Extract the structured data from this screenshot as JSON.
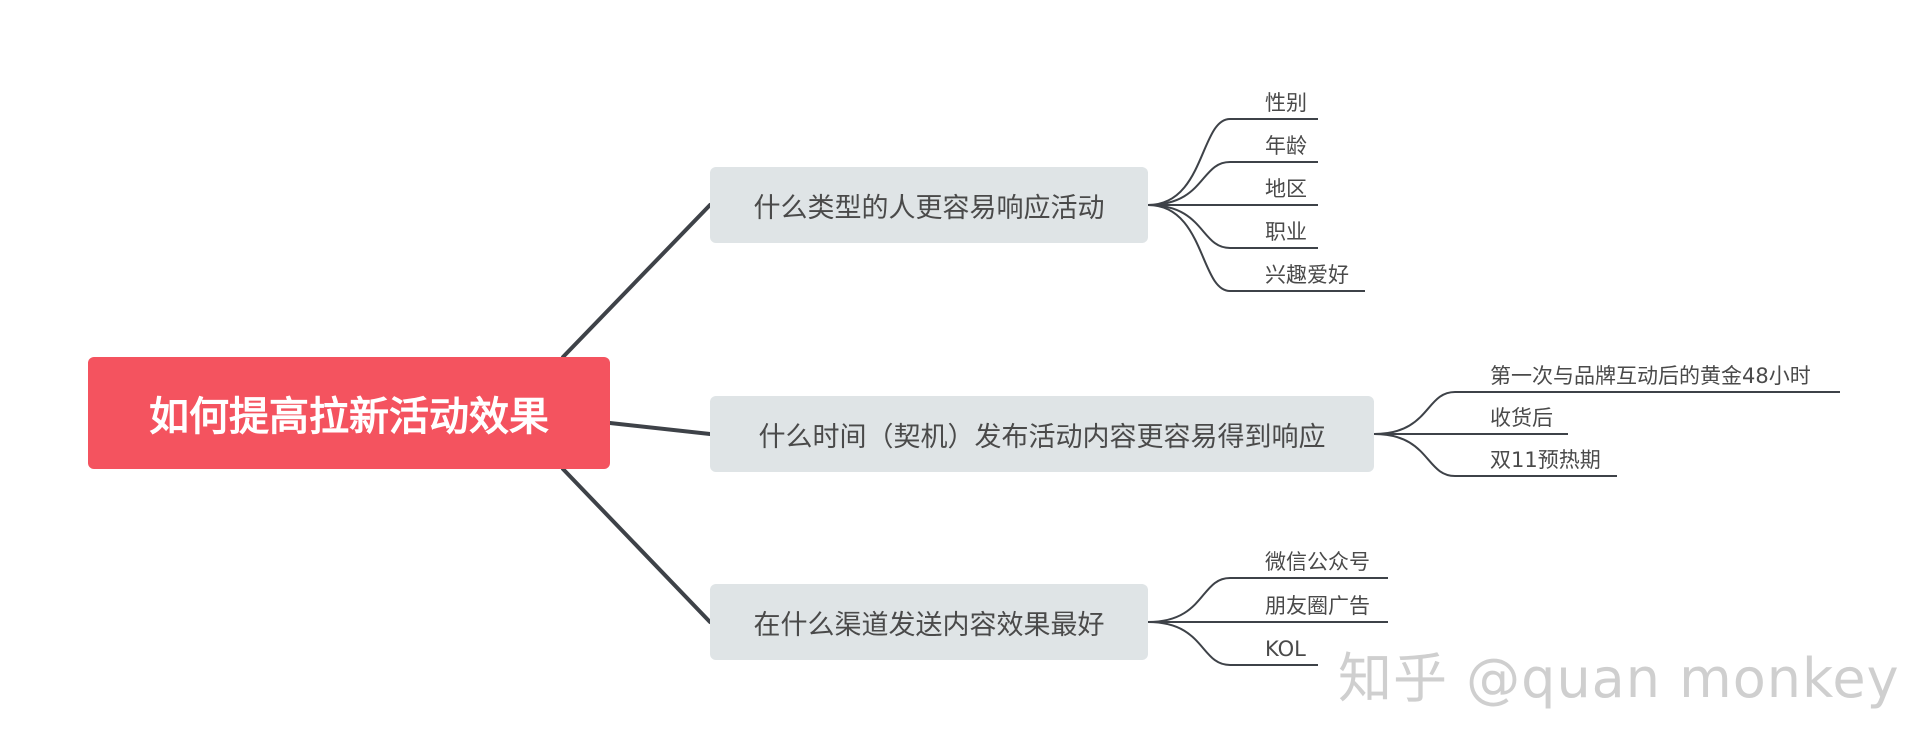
{
  "root": {
    "label": "如何提高拉新活动效果"
  },
  "branches": [
    {
      "label": "什么类型的人更容易响应活动",
      "leaves": [
        "性别",
        "年龄",
        "地区",
        "职业",
        "兴趣爱好"
      ]
    },
    {
      "label": "什么时间（契机）发布活动内容更容易得到响应",
      "leaves": [
        "第一次与品牌互动后的黄金48小时",
        "收货后",
        "双11预热期"
      ]
    },
    {
      "label": "在什么渠道发送内容效果最好",
      "leaves": [
        "微信公众号",
        "朋友圈广告",
        "KOL"
      ]
    }
  ],
  "watermark": "知乎 @quan monkey",
  "colors": {
    "root_fill": "#f4535f",
    "branch_fill": "#dfe4e6",
    "connector": "#3e4248",
    "text": "#4a4a4a"
  }
}
